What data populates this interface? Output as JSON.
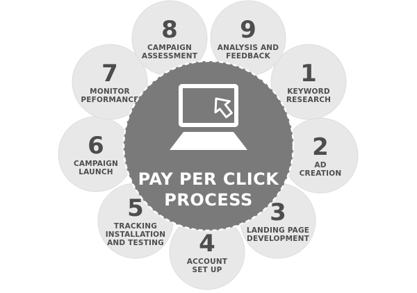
{
  "title_lines": [
    "PAY PER CLICK",
    "PROCESS"
  ],
  "steps": [
    {
      "number": "1",
      "lines": [
        "KEYWORD",
        "RESEARCH"
      ]
    },
    {
      "number": "2",
      "lines": [
        "AD",
        "CREATION"
      ]
    },
    {
      "number": "3",
      "lines": [
        "LANDING PAGE",
        "DEVELOPMENT"
      ]
    },
    {
      "number": "4",
      "lines": [
        "ACCOUNT",
        "SET UP"
      ]
    },
    {
      "number": "5",
      "lines": [
        "TRACKING",
        "INSTALLATION",
        "AND TESTING"
      ]
    },
    {
      "number": "6",
      "lines": [
        "CAMPAIGN",
        "LAUNCH"
      ]
    },
    {
      "number": "7",
      "lines": [
        "MONITOR",
        "PEFORMANCE"
      ]
    },
    {
      "number": "8",
      "lines": [
        "CAMPAIGN",
        "ASSESSMENT"
      ]
    },
    {
      "number": "9",
      "lines": [
        "ANALYSIS AND",
        "FEEDBACK"
      ]
    }
  ],
  "icon": "laptop-with-cursor-icon",
  "colors": {
    "petal_fill": "#e8e8e8",
    "center_fill": "#7a7a7a",
    "dashed_ring": "#ffffff",
    "text_dark": "#4d4d4d",
    "text_light": "#ffffff"
  }
}
